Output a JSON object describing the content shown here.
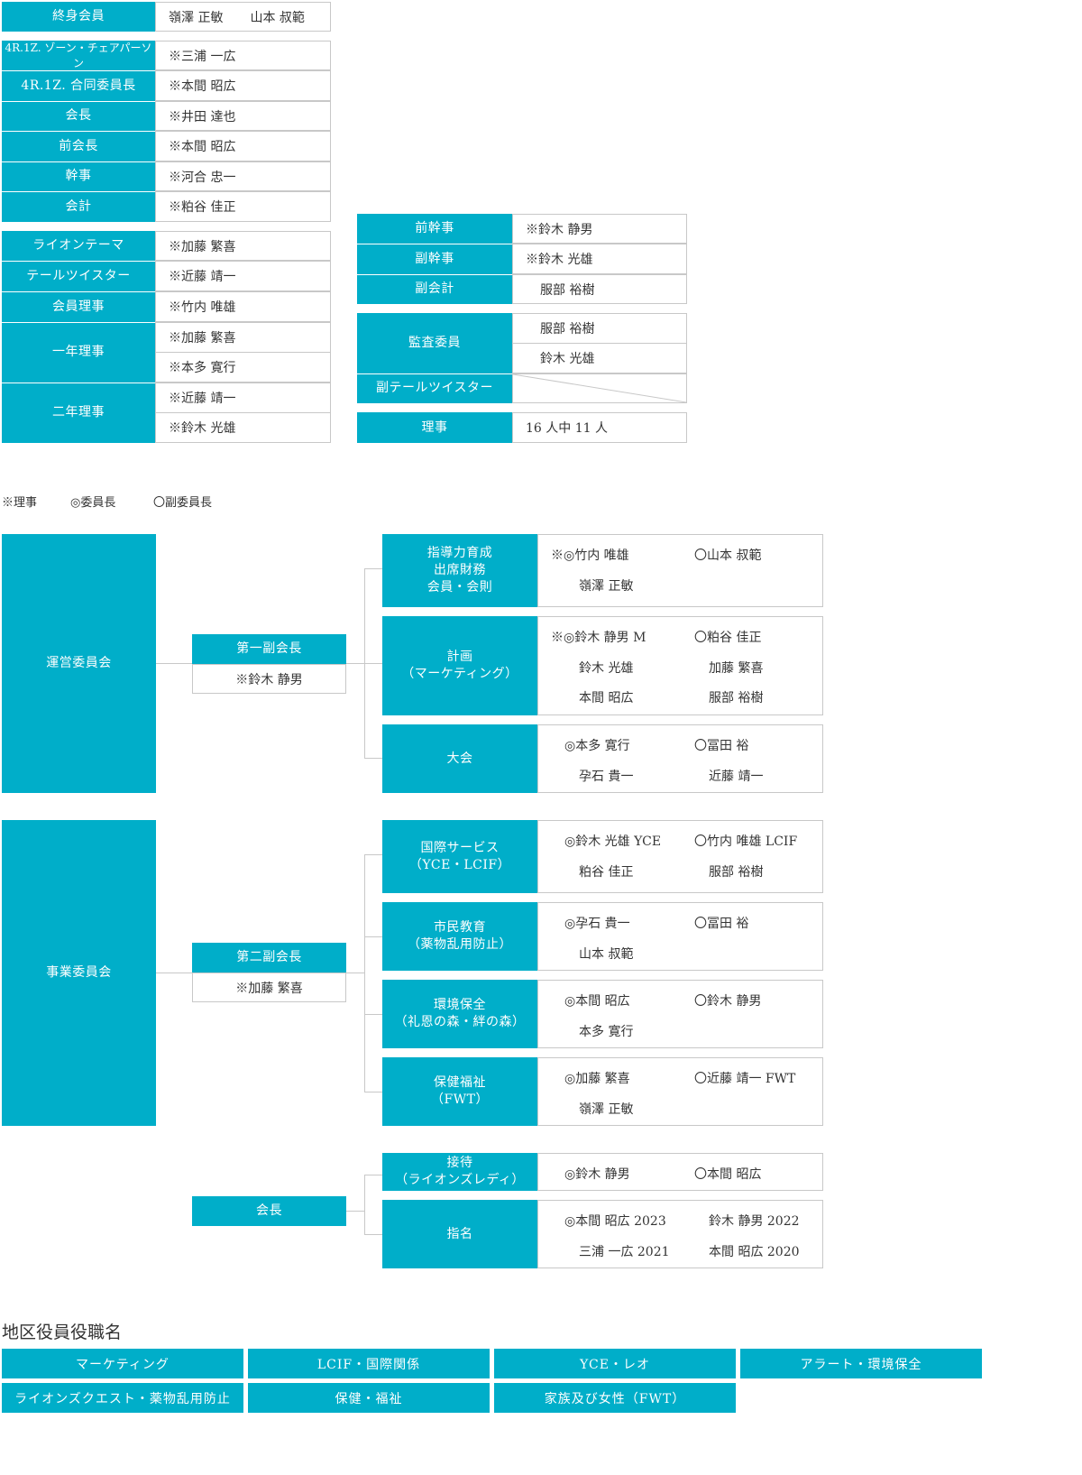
{
  "top_table": {
    "lifetime": {
      "label": "終身会員",
      "value1": "嶺澤 正敏",
      "value2": "山本 叔範"
    },
    "officers": [
      {
        "label": "4R.1Z. ゾーン・チェアパーソン",
        "value": "※三浦 一広"
      },
      {
        "label": "4R.1Z. 合同委員長",
        "value": "※本間 昭広"
      },
      {
        "label": "会長",
        "value": "※井田 達也"
      },
      {
        "label": "前会長",
        "value": "※本間 昭広"
      },
      {
        "label": "幹事",
        "value": "※河合 忠一"
      },
      {
        "label": "会計",
        "value": "※粕谷 佳正"
      }
    ],
    "board": [
      {
        "label": "ライオンテーマ",
        "value": "※加藤 繁喜"
      },
      {
        "label": "テールツイスター",
        "value": "※近藤 靖一"
      },
      {
        "label": "会員理事",
        "value": "※竹内 唯雄"
      }
    ],
    "one_year": {
      "label": "一年理事",
      "values": [
        "※加藤 繁喜",
        "※本多 寛行"
      ]
    },
    "two_year": {
      "label": "二年理事",
      "values": [
        "※近藤 靖一",
        "※鈴木 光雄"
      ]
    }
  },
  "right_table": {
    "rows": [
      {
        "label": "前幹事",
        "value": "※鈴木 静男"
      },
      {
        "label": "副幹事",
        "value": "※鈴木 光雄"
      },
      {
        "label": "副会計",
        "value": "服部 裕樹"
      }
    ],
    "auditors": {
      "label": "監査委員",
      "values": [
        "服部 裕樹",
        "鈴木 光雄"
      ]
    },
    "vice_tail": {
      "label": "副テールツイスター"
    },
    "directors": {
      "label": "理事",
      "value": "16 人中 11 人"
    }
  },
  "legend": {
    "director": "※理事",
    "chair": "◎委員長",
    "vice_chair": "〇副委員長"
  },
  "org": {
    "unei": {
      "label": "運営委員会",
      "vp_label": "第一副会長",
      "vp_name": "※鈴木 静男",
      "committees": [
        {
          "label": "指導力育成\n出席財務\n会員・会則",
          "members": [
            [
              "※◎竹内 唯雄",
              "〇山本 叔範"
            ],
            [
              "嶺澤 正敏",
              ""
            ]
          ]
        },
        {
          "label": "計画\n（マーケティング）",
          "members": [
            [
              "※◎鈴木 静男 M",
              "〇粕谷 佳正"
            ],
            [
              "鈴木 光雄",
              "加藤 繁喜"
            ],
            [
              "本間 昭広",
              "服部 裕樹"
            ]
          ]
        },
        {
          "label": "大会",
          "members": [
            [
              "◎本多 寛行",
              "〇冨田 裕"
            ],
            [
              "孕石 貴一",
              "近藤 靖一"
            ]
          ]
        }
      ]
    },
    "jigyo": {
      "label": "事業委員会",
      "vp_label": "第二副会長",
      "vp_name": "※加藤 繁喜",
      "committees": [
        {
          "label": "国際サービス\n（YCE・LCIF）",
          "members": [
            [
              "◎鈴木 光雄 YCE",
              "〇竹内 唯雄 LCIF"
            ],
            [
              "粕谷 佳正",
              "服部 裕樹"
            ]
          ]
        },
        {
          "label": "市民教育\n（薬物乱用防止）",
          "members": [
            [
              "◎孕石 貴一",
              "〇冨田 裕"
            ],
            [
              "山本 叔範",
              ""
            ]
          ]
        },
        {
          "label": "環境保全\n（礼恩の森・絆の森）",
          "members": [
            [
              "◎本間 昭広",
              "〇鈴木 静男"
            ],
            [
              "本多 寛行",
              ""
            ]
          ]
        },
        {
          "label": "保健福祉\n（FWT）",
          "members": [
            [
              "◎加藤 繁喜",
              "〇近藤 靖一 FWT"
            ],
            [
              "嶺澤 正敏",
              ""
            ]
          ]
        }
      ]
    },
    "president": {
      "label": "会長",
      "committees": [
        {
          "label": "接待\n（ライオンズレディ）",
          "members": [
            [
              "◎鈴木 静男",
              "〇本間 昭広"
            ]
          ]
        },
        {
          "label": "指名",
          "members": [
            [
              "◎本間 昭広 2023",
              "鈴木 静男 2022"
            ],
            [
              "三浦 一広 2021",
              "本間 昭広 2020"
            ]
          ]
        }
      ]
    }
  },
  "district": {
    "title": "地区役員役職名",
    "items": [
      "マーケティング",
      "LCIF・国際関係",
      "YCE・レオ",
      "アラート・環境保全",
      "ライオンズクエスト・薬物乱用防止",
      "保健・福祉",
      "家族及び女性（FWT）"
    ]
  },
  "colors": {
    "accent": "#00aec9",
    "border": "#c8c8c8"
  }
}
